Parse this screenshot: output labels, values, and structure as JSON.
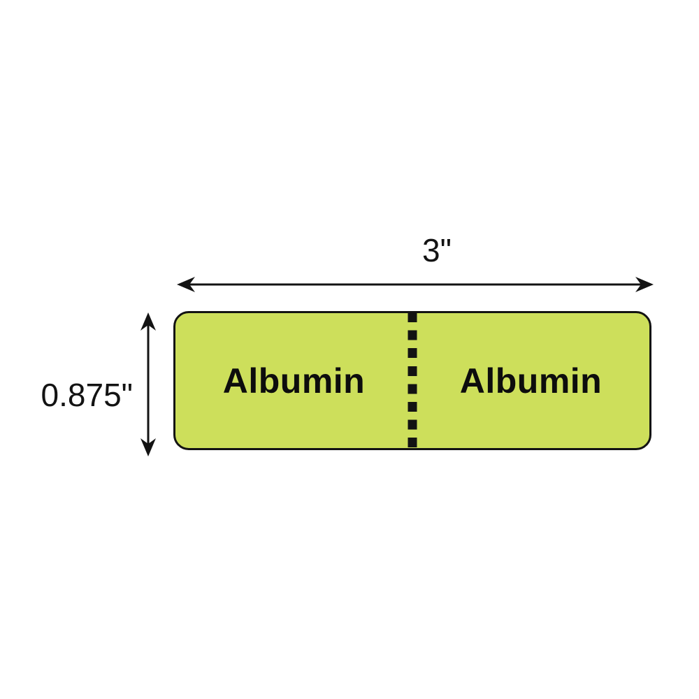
{
  "page": {
    "background_color": "#ffffff"
  },
  "diagram": {
    "type": "dimensioned-label-drawing",
    "width_dimension": {
      "label": "3\""
    },
    "height_dimension": {
      "label": "0.875\""
    },
    "label": {
      "fill_color": "#cddf5b",
      "border_color": "#131313",
      "perforation_color": "#131313",
      "text_color": "#0d0d0d",
      "sections": [
        {
          "text": "Albumin"
        },
        {
          "text": "Albumin"
        }
      ]
    }
  }
}
